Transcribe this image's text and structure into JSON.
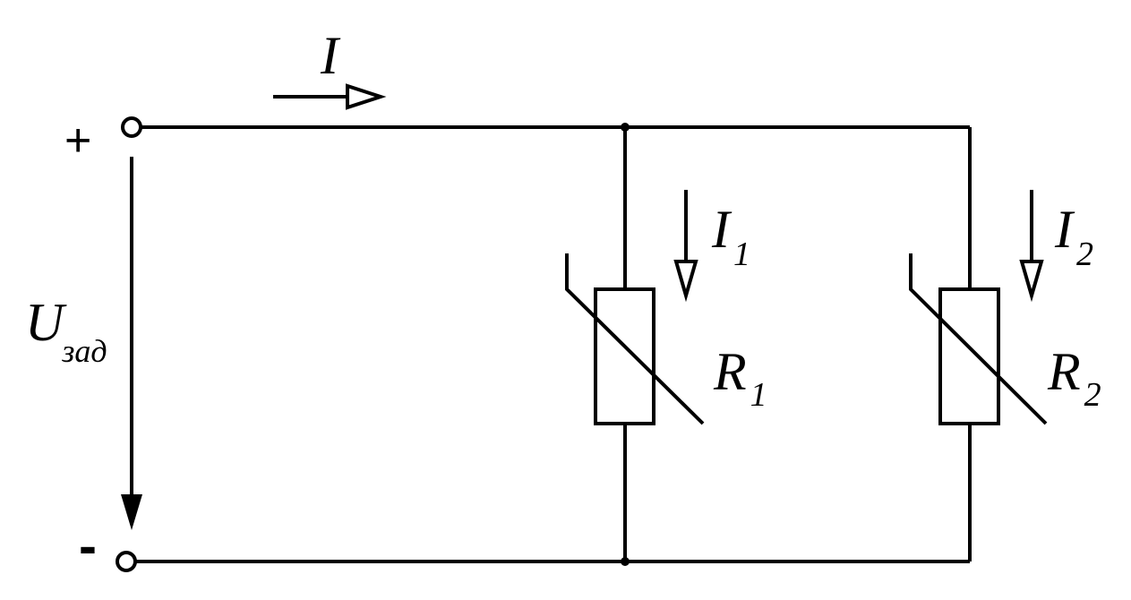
{
  "terminals": {
    "plus": "+",
    "minus": "-"
  },
  "voltage": {
    "symbol": "U",
    "subscript": "зад"
  },
  "currents": {
    "total": "I",
    "branch1": {
      "symbol": "I",
      "subscript": "1"
    },
    "branch2": {
      "symbol": "I",
      "subscript": "2"
    }
  },
  "resistors": {
    "r1": {
      "symbol": "R",
      "subscript": "1"
    },
    "r2": {
      "symbol": "R",
      "subscript": "2"
    }
  },
  "colors": {
    "line": "#000000",
    "background": "#ffffff"
  }
}
